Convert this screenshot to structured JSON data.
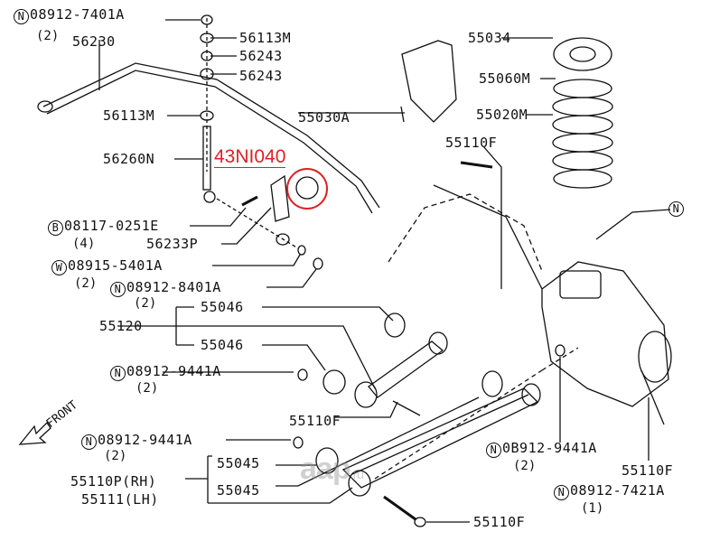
{
  "highlight_code": "43NI040",
  "watermark": {
    "main": "aap",
    "suffix": ".ru"
  },
  "front_label": "FRONT",
  "circle_badges": {
    "N": "N",
    "B": "B",
    "W": "W"
  },
  "labels": {
    "n_08912_7401A": "08912-7401A",
    "qty_7401A": "(2)",
    "p56230": "56230",
    "p56113M_top": "56113M",
    "p56243_a": "56243",
    "p56243_b": "56243",
    "p56113M_mid": "56113M",
    "p55030A": "55030A",
    "p56260N": "56260N",
    "b_08117_0251E": "08117-0251E",
    "qty_0251E": "(4)",
    "p56233P": "56233P",
    "w_08915_5401A": "08915-5401A",
    "qty_5401A": "(2)",
    "n_08912_8401A": "08912-8401A",
    "qty_8401A": "(2)",
    "p55046_a": "55046",
    "p55120": "55120",
    "p55046_b": "55046",
    "n_08912_9441A_a": "08912-9441A",
    "qty_9441A_a": "(2)",
    "p55110F_a": "55110F",
    "n_08912_9441A_b": "08912-9441A",
    "qty_9441A_b": "(2)",
    "p55045_a": "55045",
    "p55110P": "55110P(RH)",
    "p55045_b": "55045",
    "p55111": "55111(LH)",
    "p55110F_b": "55110F",
    "n_0B912_9441A": "0B912-9441A",
    "qty_9441A_c": "(2)",
    "p55110F_c": "55110F",
    "n_08912_7421A": "08912-7421A",
    "qty_7421A": "(1)",
    "p55034": "55034",
    "p55060M": "55060M",
    "p55020M": "55020M",
    "p55110F_d": "55110F"
  }
}
